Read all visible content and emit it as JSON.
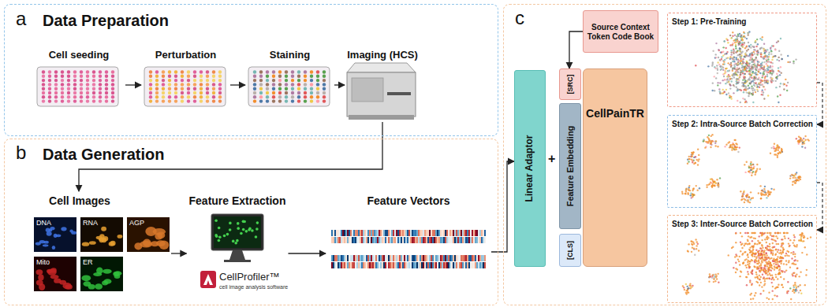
{
  "diagram": {
    "nodes": [
      {
        "text": [
          "a",
          "Data Preparation"
        ]
      },
      {
        "text": [
          "Cell seeding"
        ],
        "in": 0
      },
      {
        "text": [
          "Perturbation"
        ],
        "in": 0
      },
      {
        "text": [
          "Staining"
        ],
        "in": 0
      },
      {
        "text": [
          "Imaging (HCS)"
        ],
        "in": 0
      },
      {
        "text": [
          "b",
          "Data Generation"
        ]
      },
      {
        "text": [
          "Cell Images"
        ],
        "in": 5
      },
      {
        "text": [
          "Feature Extraction"
        ],
        "in": 5
      },
      {
        "text": [
          "Feature Vectors"
        ],
        "in": 5
      },
      {
        "text": [
          "c"
        ]
      },
      {
        "text": [
          "Source Context Token Code Book"
        ],
        "in": 9
      },
      {
        "text": [
          "[SRC]"
        ],
        "in": 9
      },
      {
        "text": [
          "Linear Adaptor"
        ],
        "in": 9
      },
      {
        "text": [
          "Feature Embedding"
        ],
        "in": 9
      },
      {
        "text": [
          "[CLS]"
        ],
        "in": 9
      },
      {
        "text": [
          "CellPainTR"
        ],
        "in": 9
      },
      {
        "text": [
          "Step 1: Pre-Training"
        ],
        "in": 9
      },
      {
        "text": [
          "Step 2: Intra-Source Batch Correction"
        ],
        "in": 9
      },
      {
        "text": [
          "Step 3: Inter-Source Batch Correction"
        ],
        "in": 9
      }
    ],
    "edges": [
      {
        "from": 1,
        "to": 2,
        "arrow": "to"
      },
      {
        "from": 2,
        "to": 3,
        "arrow": "to"
      },
      {
        "from": 3,
        "to": 4,
        "arrow": "to"
      },
      {
        "from": 4,
        "to": 6,
        "arrow": "to"
      },
      {
        "from": 6,
        "to": 7,
        "arrow": "to"
      },
      {
        "from": 7,
        "to": 8,
        "arrow": "to"
      },
      {
        "from": 8,
        "to": 12,
        "arrow": "to"
      },
      {
        "from": 10,
        "to": 11,
        "arrow": "to"
      },
      {
        "from": 16,
        "to": 17,
        "arrow": "to"
      },
      {
        "from": 17,
        "to": 18,
        "arrow": "to"
      }
    ],
    "labels": [
      "DNA",
      "RNA",
      "AGP",
      "Mito",
      "ER",
      "CellProfiler™",
      "cell image analysis software",
      "+"
    ]
  }
}
